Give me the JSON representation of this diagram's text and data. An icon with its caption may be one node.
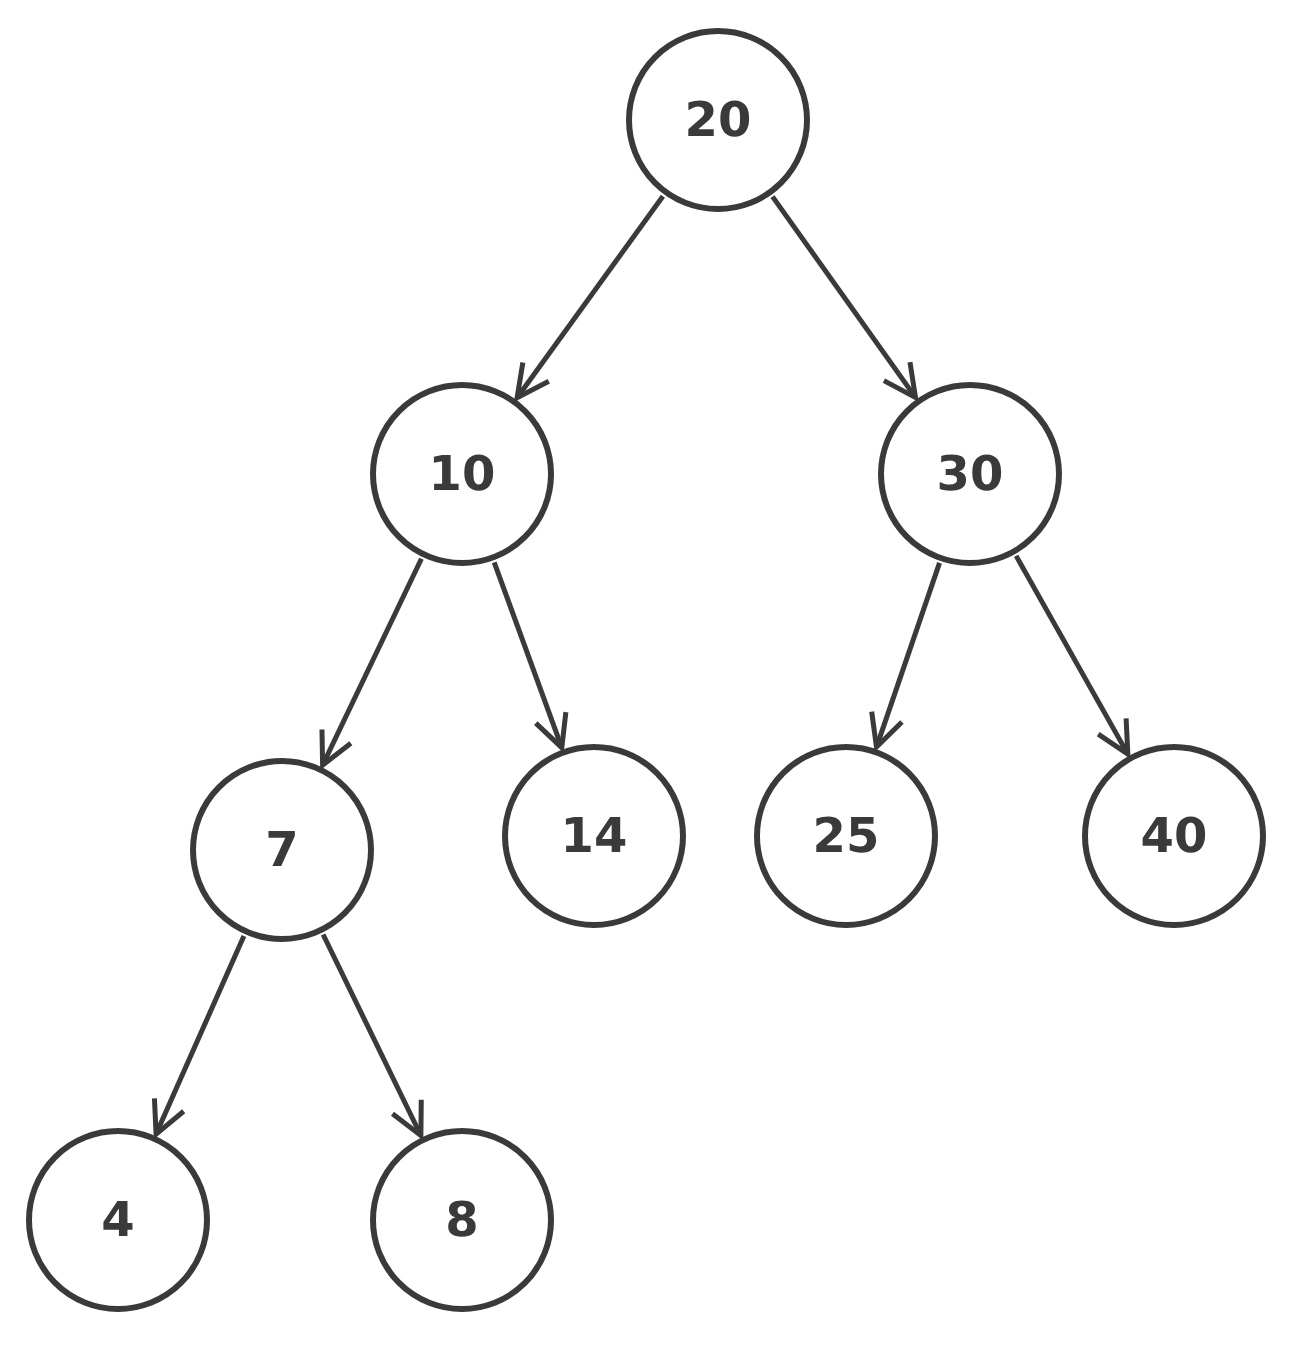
{
  "diagram": {
    "nodes": [
      {
        "text": [
          "20"
        ]
      },
      {
        "text": [
          "10"
        ]
      },
      {
        "text": [
          "30"
        ]
      },
      {
        "text": [
          "7"
        ]
      },
      {
        "text": [
          "14"
        ]
      },
      {
        "text": [
          "25"
        ]
      },
      {
        "text": [
          "40"
        ]
      },
      {
        "text": [
          "4"
        ]
      },
      {
        "text": [
          "8"
        ]
      }
    ],
    "edges": [
      {
        "from": 0,
        "to": 1,
        "arrow": "to"
      },
      {
        "from": 0,
        "to": 2,
        "arrow": "to"
      },
      {
        "from": 1,
        "to": 3,
        "arrow": "to"
      },
      {
        "from": 1,
        "to": 4,
        "arrow": "to"
      },
      {
        "from": 2,
        "to": 5,
        "arrow": "to"
      },
      {
        "from": 2,
        "to": 6,
        "arrow": "to"
      },
      {
        "from": 3,
        "to": 7,
        "arrow": "to"
      },
      {
        "from": 3,
        "to": 8,
        "arrow": "to"
      }
    ]
  }
}
